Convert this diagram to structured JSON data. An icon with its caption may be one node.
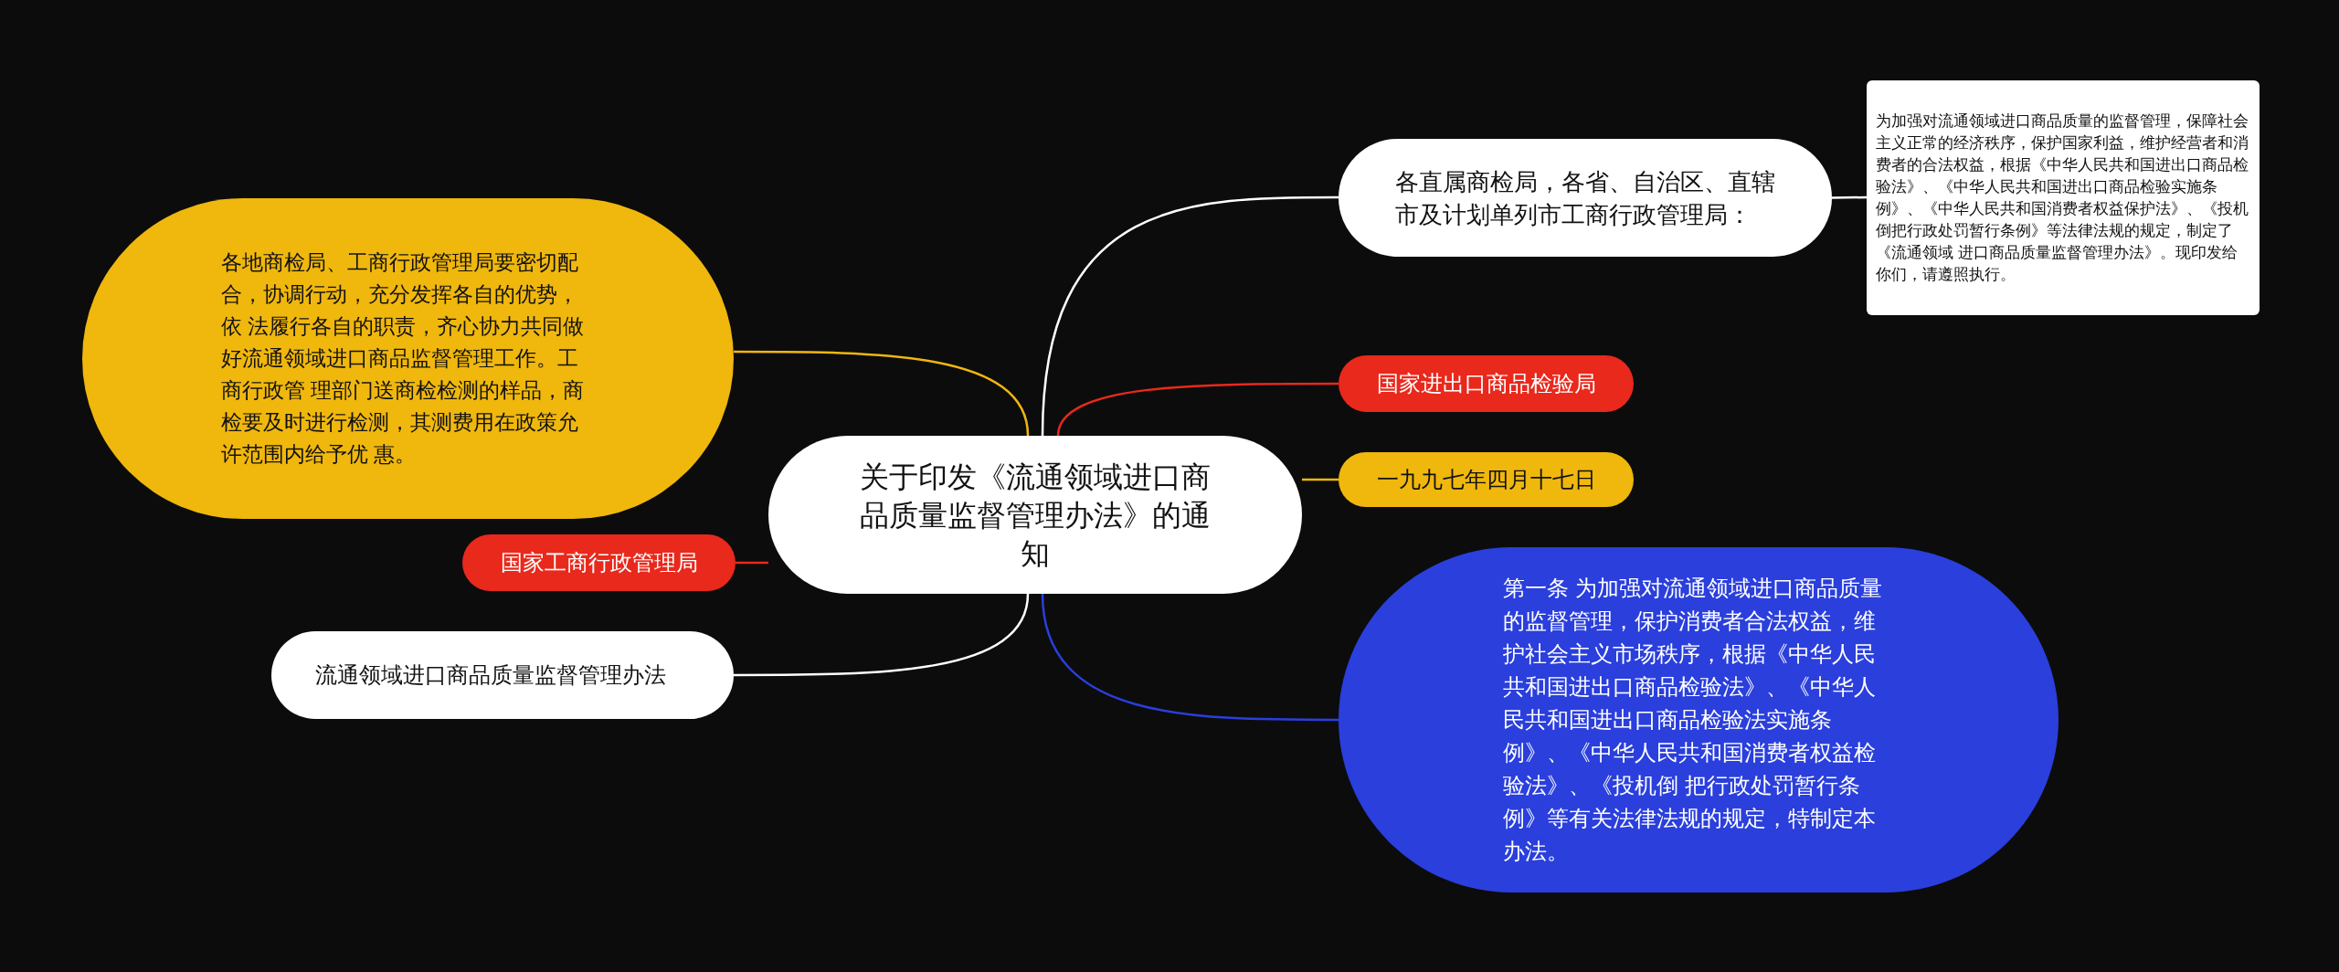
{
  "diagram": {
    "nodes": [
      {
        "text": [
          "关于印发《流通领域进口商品质量监督管理办法》的通知"
        ]
      },
      {
        "text": [
          "各直属商检局，各省、自治区、直辖市及计划单列市工商行政管理局："
        ]
      },
      {
        "text": [
          "为加强对流通领域进口商品质量的监督管理，保障社会主义正常的经济秩序，保护国家利益，维护经营者和消费者的合法权益，根据《中华人民共和国进出口商品检验法》、《中华人民共和国进出口商品检验实施条例》、《中华人民共和国消费者权益保护法》、《投机倒把行政处罚暂行条例》等法律法规的规定，制定了《流通领域 进口商品质量监督管理办法》。现印发给你们，请遵照执行。"
        ]
      },
      {
        "text": [
          "国家进出口商品检验局"
        ]
      },
      {
        "text": [
          "一九九七年四月十七日"
        ]
      },
      {
        "text": [
          "第一条 为加强对流通领域进口商品质量的监督管理，保护消费者合法权益，维护社会主义市场秩序，根据《中华人民共和国进出口商品检验法》、《中华人民共和国进出口商品检验法实施条例》、《中华人民共和国消费者权益检验法》、《投机倒 把行政处罚暂行条例》等有关法律法规的规定，特制定本办法。"
        ]
      },
      {
        "text": [
          "各地商检局、工商行政管理局要密切配合，协调行动，充分发挥各自的优势，依 法履行各自的职责，齐心协力共同做好流通领域进口商品监督管理工作。工商行政管 理部门送商检检测的样品，商检要及时进行检测，其测费用在政策允许范围内给予优 惠。"
        ]
      },
      {
        "text": [
          "国家工商行政管理局"
        ]
      },
      {
        "text": [
          "流通领域进口商品质量监督管理办法"
        ]
      }
    ],
    "edges": [
      {
        "from": 0,
        "to": 1,
        "arrow": "none"
      },
      {
        "from": 1,
        "to": 2,
        "arrow": "none"
      },
      {
        "from": 0,
        "to": 3,
        "arrow": "none",
        "color": "#e8291c"
      },
      {
        "from": 0,
        "to": 4,
        "arrow": "none",
        "color": "#f0b70d"
      },
      {
        "from": 0,
        "to": 5,
        "arrow": "none",
        "color": "#2a3fdc"
      },
      {
        "from": 0,
        "to": 6,
        "arrow": "none",
        "color": "#f0b70d"
      },
      {
        "from": 0,
        "to": 7,
        "arrow": "none",
        "color": "#e8291c"
      },
      {
        "from": 0,
        "to": 8,
        "arrow": "none"
      }
    ]
  }
}
